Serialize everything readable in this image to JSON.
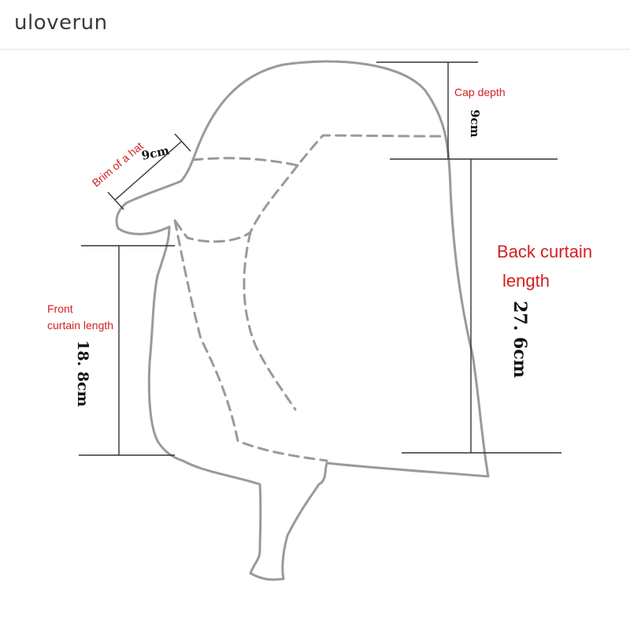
{
  "brand": "uloverun",
  "labels": {
    "cap_depth": "Cap depth",
    "cap_depth_value": "9cm",
    "brim": "Brim of a hat",
    "brim_value": "9cm",
    "front_line1": "Front",
    "front_line2": "curtain length",
    "front_value": "18. 8cm",
    "back_line1": "Back curtain",
    "back_line2": "length",
    "back_value": "27. 6cm"
  },
  "colors": {
    "label_red": "#d42020",
    "outline_gray": "#9a9a9a",
    "dimension_line": "#333333",
    "value_text": "#111111"
  }
}
